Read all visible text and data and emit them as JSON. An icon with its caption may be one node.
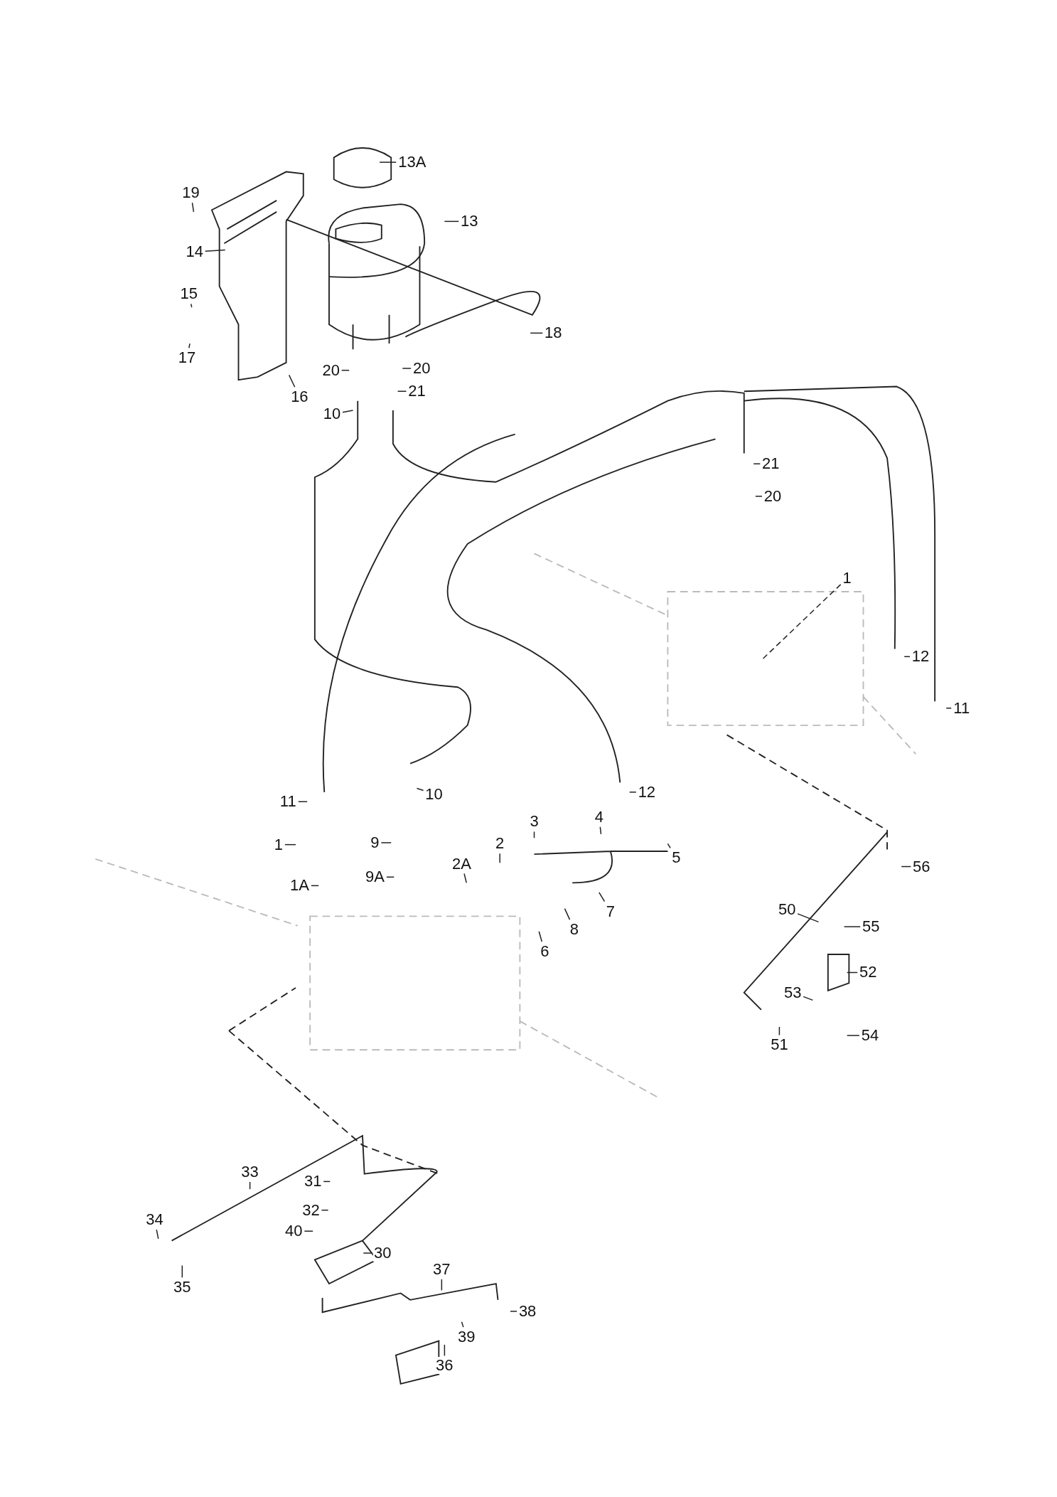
{
  "diagram": {
    "nodes": [
      {
        "text": [
          "13A"
        ]
      },
      {
        "text": [
          "19"
        ]
      },
      {
        "text": [
          "13"
        ]
      },
      {
        "text": [
          "14"
        ]
      },
      {
        "text": [
          "15"
        ]
      },
      {
        "text": [
          "18"
        ]
      },
      {
        "text": [
          "17"
        ]
      },
      {
        "text": [
          "20"
        ]
      },
      {
        "text": [
          "20"
        ]
      },
      {
        "text": [
          "16"
        ]
      },
      {
        "text": [
          "21"
        ]
      },
      {
        "text": [
          "10"
        ]
      },
      {
        "text": [
          "21"
        ]
      },
      {
        "text": [
          "20"
        ]
      },
      {
        "text": [
          "1"
        ]
      },
      {
        "text": [
          "12"
        ]
      },
      {
        "text": [
          "11"
        ]
      },
      {
        "text": [
          "10"
        ]
      },
      {
        "text": [
          "12"
        ]
      },
      {
        "text": [
          "11"
        ]
      },
      {
        "text": [
          "3"
        ]
      },
      {
        "text": [
          "4"
        ]
      },
      {
        "text": [
          "9"
        ]
      },
      {
        "text": [
          "1"
        ]
      },
      {
        "text": [
          "2"
        ]
      },
      {
        "text": [
          "5"
        ]
      },
      {
        "text": [
          "2A"
        ]
      },
      {
        "text": [
          "56"
        ]
      },
      {
        "text": [
          "9A"
        ]
      },
      {
        "text": [
          "1A"
        ]
      },
      {
        "text": [
          "50"
        ]
      },
      {
        "text": [
          "7"
        ]
      },
      {
        "text": [
          "55"
        ]
      },
      {
        "text": [
          "8"
        ]
      },
      {
        "text": [
          "6"
        ]
      },
      {
        "text": [
          "52"
        ]
      },
      {
        "text": [
          "53"
        ]
      },
      {
        "text": [
          "54"
        ]
      },
      {
        "text": [
          "51"
        ]
      },
      {
        "text": [
          "33"
        ]
      },
      {
        "text": [
          "31"
        ]
      },
      {
        "text": [
          "32"
        ]
      },
      {
        "text": [
          "34"
        ]
      },
      {
        "text": [
          "40"
        ]
      },
      {
        "text": [
          "37"
        ]
      },
      {
        "text": [
          "30"
        ]
      },
      {
        "text": [
          "35"
        ]
      },
      {
        "text": [
          "38"
        ]
      },
      {
        "text": [
          "39"
        ]
      },
      {
        "text": [
          "36"
        ]
      }
    ],
    "edges": [
      {
        "from": 0,
        "to": null,
        "arrow": "none"
      },
      {
        "from": 1,
        "to": null,
        "arrow": "none"
      },
      {
        "from": 2,
        "to": null,
        "arrow": "none"
      },
      {
        "from": 3,
        "to": null,
        "arrow": "none"
      },
      {
        "from": 4,
        "to": null,
        "arrow": "none"
      },
      {
        "from": 5,
        "to": null,
        "arrow": "none"
      },
      {
        "from": 6,
        "to": null,
        "arrow": "none"
      },
      {
        "from": 7,
        "to": null,
        "arrow": "none"
      },
      {
        "from": 8,
        "to": null,
        "arrow": "none"
      },
      {
        "from": 9,
        "to": null,
        "arrow": "none"
      },
      {
        "from": 10,
        "to": null,
        "arrow": "none"
      },
      {
        "from": 11,
        "to": null,
        "arrow": "none"
      },
      {
        "from": 12,
        "to": null,
        "arrow": "none"
      },
      {
        "from": 13,
        "to": null,
        "arrow": "none"
      },
      {
        "from": 14,
        "to": null,
        "arrow": "none",
        "style": "dashed"
      },
      {
        "from": 15,
        "to": null,
        "arrow": "none"
      },
      {
        "from": 16,
        "to": null,
        "arrow": "none"
      },
      {
        "from": 17,
        "to": null,
        "arrow": "none"
      },
      {
        "from": 18,
        "to": null,
        "arrow": "none"
      },
      {
        "from": 19,
        "to": null,
        "arrow": "none"
      },
      {
        "from": 20,
        "to": null,
        "arrow": "none"
      },
      {
        "from": 21,
        "to": null,
        "arrow": "none"
      },
      {
        "from": 22,
        "to": null,
        "arrow": "none"
      },
      {
        "from": 23,
        "to": null,
        "arrow": "none"
      },
      {
        "from": 24,
        "to": null,
        "arrow": "none"
      },
      {
        "from": 25,
        "to": null,
        "arrow": "none"
      },
      {
        "from": 26,
        "to": null,
        "arrow": "none"
      },
      {
        "from": 27,
        "to": null,
        "arrow": "none"
      },
      {
        "from": 28,
        "to": null,
        "arrow": "none"
      },
      {
        "from": 29,
        "to": null,
        "arrow": "none"
      },
      {
        "from": 30,
        "to": null,
        "arrow": "none"
      },
      {
        "from": 31,
        "to": null,
        "arrow": "none"
      },
      {
        "from": 32,
        "to": null,
        "arrow": "none"
      },
      {
        "from": 33,
        "to": null,
        "arrow": "none"
      },
      {
        "from": 34,
        "to": null,
        "arrow": "none"
      },
      {
        "from": 35,
        "to": null,
        "arrow": "none"
      },
      {
        "from": 36,
        "to": null,
        "arrow": "none"
      },
      {
        "from": 37,
        "to": null,
        "arrow": "none"
      },
      {
        "from": 38,
        "to": null,
        "arrow": "none"
      },
      {
        "from": 39,
        "to": null,
        "arrow": "none"
      },
      {
        "from": 40,
        "to": null,
        "arrow": "none"
      },
      {
        "from": 41,
        "to": null,
        "arrow": "none"
      },
      {
        "from": 42,
        "to": null,
        "arrow": "none"
      },
      {
        "from": 43,
        "to": null,
        "arrow": "none"
      },
      {
        "from": 44,
        "to": null,
        "arrow": "none"
      },
      {
        "from": 45,
        "to": null,
        "arrow": "none"
      },
      {
        "from": 46,
        "to": null,
        "arrow": "none"
      },
      {
        "from": 47,
        "to": null,
        "arrow": "none"
      },
      {
        "from": 48,
        "to": null,
        "arrow": "none"
      },
      {
        "from": 49,
        "to": null,
        "arrow": "none"
      }
    ]
  }
}
